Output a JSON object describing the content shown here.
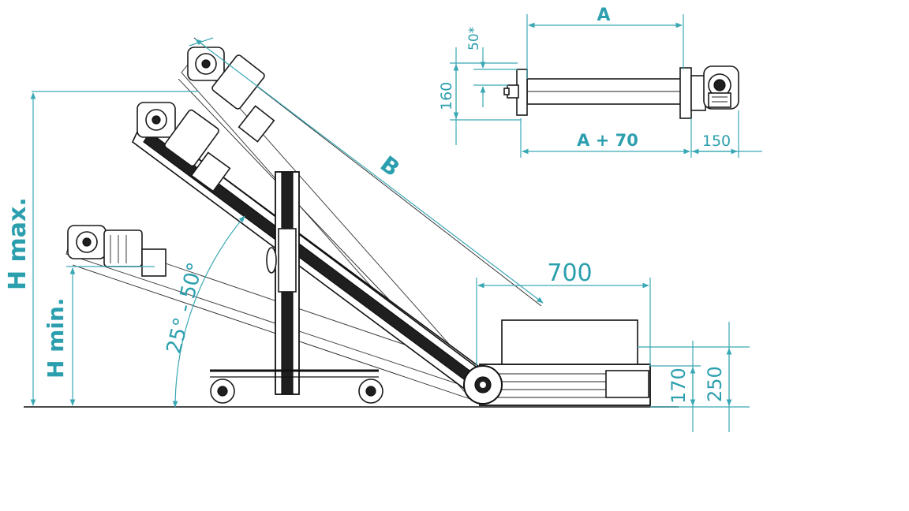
{
  "colors": {
    "dimension": "#2c9fae",
    "ink": "#1a1a1a"
  },
  "labels": {
    "h_max": "H max.",
    "h_min": "H min.",
    "angle": "25° - 50°",
    "b": "B",
    "a": "A",
    "a_plus_70": "A + 70",
    "w150": "150",
    "w50": "50*",
    "w160": "160",
    "w700": "700",
    "h170": "170",
    "h250": "250"
  }
}
